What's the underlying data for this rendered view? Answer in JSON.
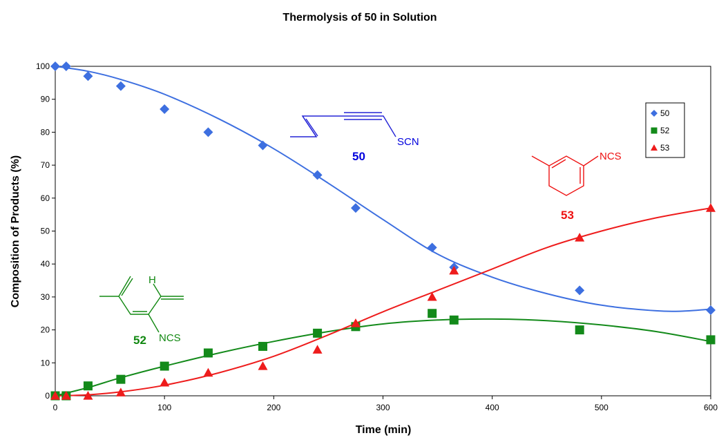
{
  "chart_data": {
    "type": "scatter",
    "title": "Thermolysis of 50 in Solution",
    "xlabel": "Time (min)",
    "ylabel": "Composition of Products (%)",
    "xlim": [
      0,
      600
    ],
    "ylim": [
      0,
      100
    ],
    "xticks": [
      0,
      100,
      200,
      300,
      400,
      500,
      600
    ],
    "yticks": [
      0,
      10,
      20,
      30,
      40,
      50,
      60,
      70,
      80,
      90,
      100
    ],
    "grid": false,
    "legend_position": "top-right",
    "series": [
      {
        "name": "50",
        "color": "#3d6fe0",
        "marker": "diamond",
        "x": [
          0,
          10,
          30,
          60,
          100,
          140,
          190,
          240,
          275,
          345,
          365,
          480,
          600
        ],
        "y": [
          100,
          100,
          97,
          94,
          87,
          80,
          76,
          67,
          57,
          45,
          39,
          32,
          26
        ],
        "trend": [
          [
            0,
            100
          ],
          [
            30,
            98.5
          ],
          [
            60,
            96
          ],
          [
            100,
            91.5
          ],
          [
            150,
            84
          ],
          [
            200,
            75
          ],
          [
            250,
            64.5
          ],
          [
            300,
            53.5
          ],
          [
            350,
            43
          ],
          [
            400,
            36
          ],
          [
            450,
            31
          ],
          [
            500,
            27.5
          ],
          [
            550,
            25.8
          ],
          [
            575,
            25.7
          ],
          [
            600,
            26.3
          ]
        ]
      },
      {
        "name": "52",
        "color": "#138a1a",
        "marker": "square",
        "x": [
          0,
          10,
          30,
          60,
          100,
          140,
          190,
          240,
          275,
          345,
          365,
          480,
          600
        ],
        "y": [
          0,
          0,
          3,
          5,
          9,
          13,
          15,
          19,
          21,
          25,
          23,
          20,
          17
        ],
        "trend": [
          [
            0,
            0
          ],
          [
            30,
            2.5
          ],
          [
            60,
            5.5
          ],
          [
            100,
            9
          ],
          [
            150,
            13
          ],
          [
            200,
            16.5
          ],
          [
            250,
            19.5
          ],
          [
            300,
            21.8
          ],
          [
            350,
            23
          ],
          [
            400,
            23.3
          ],
          [
            450,
            22.8
          ],
          [
            500,
            21.5
          ],
          [
            550,
            19.5
          ],
          [
            600,
            16.5
          ]
        ]
      },
      {
        "name": "53",
        "color": "#ee1c1c",
        "marker": "triangle",
        "x": [
          0,
          10,
          30,
          60,
          100,
          140,
          190,
          240,
          275,
          345,
          365,
          480,
          600
        ],
        "y": [
          0,
          0,
          0,
          1,
          4,
          7,
          9,
          14,
          22,
          30,
          38,
          48,
          57
        ],
        "trend": [
          [
            0,
            0
          ],
          [
            30,
            0.3
          ],
          [
            60,
            1.2
          ],
          [
            100,
            3.2
          ],
          [
            150,
            7
          ],
          [
            200,
            12
          ],
          [
            250,
            18.5
          ],
          [
            300,
            25.5
          ],
          [
            350,
            32
          ],
          [
            400,
            38.5
          ],
          [
            450,
            45
          ],
          [
            500,
            50
          ],
          [
            550,
            54
          ],
          [
            600,
            57
          ]
        ]
      }
    ],
    "annotations": {
      "compound_50": {
        "number": "50",
        "group": "SCN",
        "color": "#0000dd"
      },
      "compound_52": {
        "number": "52",
        "group": "NCS",
        "hydrogen": "H",
        "color": "#118811"
      },
      "compound_53": {
        "number": "53",
        "group": "NCS",
        "color": "#ee1111"
      }
    }
  }
}
